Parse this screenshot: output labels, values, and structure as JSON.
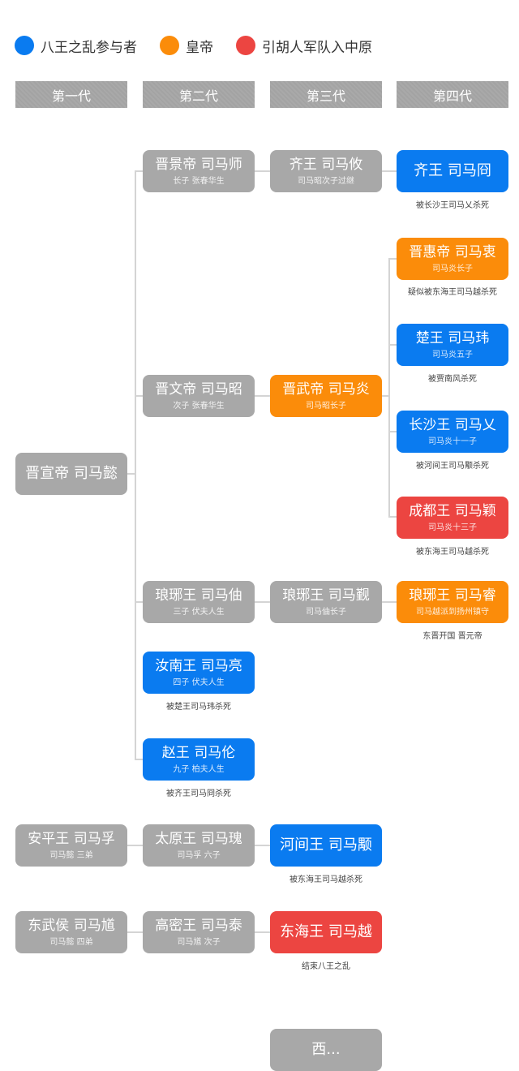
{
  "legend": [
    {
      "label": "八王之乱参与者",
      "color": "#0a7bf0"
    },
    {
      "label": "皇帝",
      "color": "#fb8c0a"
    },
    {
      "label": "引胡人军队入中原",
      "color": "#ec4541"
    }
  ],
  "generations": [
    "第一代",
    "第二代",
    "第三代",
    "第四代"
  ],
  "nodes": {
    "yi": {
      "name": "晋宣帝 司马懿"
    },
    "shi": {
      "name": "晋景帝 司马师",
      "sub": "长子 张春华生"
    },
    "you": {
      "name": "齐王 司马攸",
      "sub": "司马昭次子过继"
    },
    "jiong": {
      "name": "齐王 司马冏",
      "note": "被长沙王司马乂杀死"
    },
    "zhao": {
      "name": "晋文帝 司马昭",
      "sub": "次子 张春华生"
    },
    "yan": {
      "name": "晋武帝 司马炎",
      "sub": "司马昭长子"
    },
    "zhong": {
      "name": "晋惠帝 司马衷",
      "sub": "司马炎长子",
      "note": "疑似被东海王司马越杀死"
    },
    "wei": {
      "name": "楚王 司马玮",
      "sub": "司马炎五子",
      "note": "被贾南风杀死"
    },
    "ai": {
      "name": "长沙王 司马乂",
      "sub": "司马炎十一子",
      "note": "被河间王司马颙杀死"
    },
    "ying": {
      "name": "成都王 司马颖",
      "sub": "司马炎十三子",
      "note": "被东海王司马越杀死"
    },
    "zhou": {
      "name": "琅琊王 司马伷",
      "sub": "三子 伏夫人生"
    },
    "jin": {
      "name": "琅琊王 司马觐",
      "sub": "司马伷长子"
    },
    "rui": {
      "name": "琅琊王 司马睿",
      "sub": "司马越派到扬州镇守",
      "note": "东晋开国 晋元帝"
    },
    "liang": {
      "name": "汝南王 司马亮",
      "sub": "四子 伏夫人生",
      "note": "被楚王司马玮杀死"
    },
    "lun": {
      "name": "赵王 司马伦",
      "sub": "九子 柏夫人生",
      "note": "被齐王司马冏杀死"
    },
    "fu": {
      "name": "安平王 司马孚",
      "sub": "司马懿 三弟"
    },
    "gui": {
      "name": "太原王 司马瑰",
      "sub": "司马孚 六子"
    },
    "yong": {
      "name": "河间王 司马颙",
      "note": "被东海王司马越杀死"
    },
    "kui": {
      "name": "东武侯 司马馗",
      "sub": "司马懿 四弟"
    },
    "tai": {
      "name": "高密王 司马泰",
      "sub": "司马馗 次子"
    },
    "yue": {
      "name": "东海王 司马越",
      "note": "结束八王之乱"
    },
    "partial": {
      "name": "西..."
    }
  }
}
